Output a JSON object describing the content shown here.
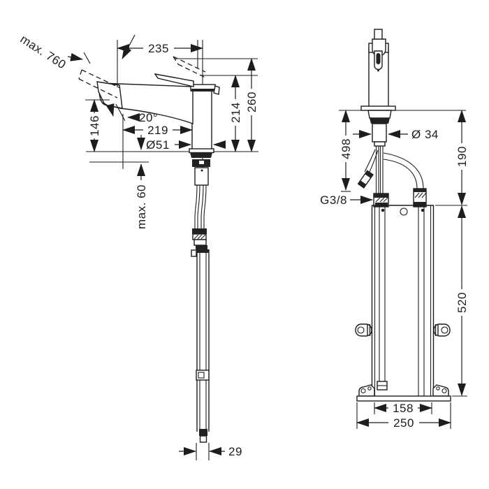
{
  "drawing": {
    "type": "technical-dimension-drawing",
    "subject": "single-lever kitchen mixer with pull-out spout and under-counter installation unit",
    "background_color": "#ffffff",
    "line_color": "#1d1d1b",
    "views": [
      "side-view",
      "front-view"
    ]
  },
  "side_view": {
    "labels": {
      "max_pullout": "max. 760",
      "spout_width": "235",
      "height_body": "214",
      "height_total": "260",
      "outlet_height": "146",
      "spout_angle": "20°",
      "spout_reach": "219",
      "base_diameter": "Ø51",
      "max_counter_thickness": "max. 60",
      "tube_diameter": "29"
    }
  },
  "front_view": {
    "labels": {
      "shank_diameter": "Ø 34",
      "hose_length": "498",
      "depth_connection": "190",
      "thread": "G3/8",
      "box_height": "520",
      "inner_width": "158",
      "outer_width": "250"
    }
  }
}
